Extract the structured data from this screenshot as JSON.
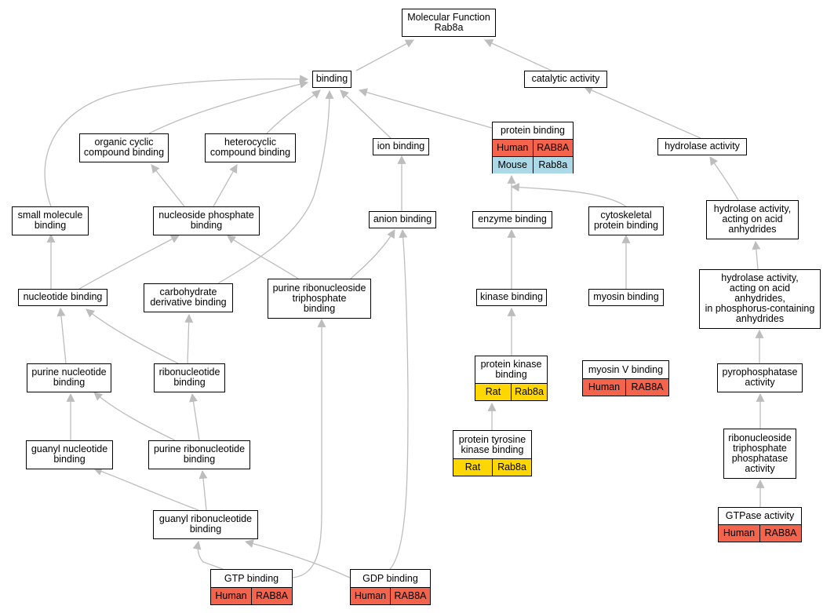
{
  "colors": {
    "edge": "#bdbdbd",
    "human": "#f4634b",
    "mouse": "#add8e6",
    "rat": "#ffd700"
  },
  "nodes": [
    {
      "id": "mf",
      "label": "Molecular Function\nRab8a"
    },
    {
      "id": "binding",
      "label": "binding"
    },
    {
      "id": "catalytic",
      "label": "catalytic activity"
    },
    {
      "id": "ocb",
      "label": "organic cyclic\ncompound binding"
    },
    {
      "id": "hcb",
      "label": "heterocyclic\ncompound binding"
    },
    {
      "id": "ion",
      "label": "ion binding"
    },
    {
      "id": "protein",
      "label": "protein binding",
      "annotations": [
        {
          "species": "Human",
          "gene": "RAB8A",
          "color": "#f4634b"
        },
        {
          "species": "Mouse",
          "gene": "Rab8a",
          "color": "#add8e6"
        }
      ]
    },
    {
      "id": "hydrolase",
      "label": "hydrolase activity"
    },
    {
      "id": "smb",
      "label": "small molecule\nbinding"
    },
    {
      "id": "npb",
      "label": "nucleoside phosphate\nbinding"
    },
    {
      "id": "anion",
      "label": "anion binding"
    },
    {
      "id": "enzyme",
      "label": "enzyme binding"
    },
    {
      "id": "cyto",
      "label": "cytoskeletal\nprotein binding"
    },
    {
      "id": "hyd_acid",
      "label": "hydrolase activity,\nacting on acid\nanhydrides"
    },
    {
      "id": "nb",
      "label": "nucleotide binding"
    },
    {
      "id": "cdb",
      "label": "carbohydrate\nderivative binding"
    },
    {
      "id": "prntb",
      "label": "purine ribonucleoside\ntriphosphate\nbinding"
    },
    {
      "id": "kinase",
      "label": "kinase binding"
    },
    {
      "id": "myosin",
      "label": "myosin binding"
    },
    {
      "id": "hyd_phos",
      "label": "hydrolase activity,\nacting on acid\nanhydrides,\nin phosphorus-containing\nanhydrides"
    },
    {
      "id": "pnb",
      "label": "purine nucleotide\nbinding"
    },
    {
      "id": "rnb",
      "label": "ribonucleotide\nbinding"
    },
    {
      "id": "pkb",
      "label": "protein kinase\nbinding",
      "annotations": [
        {
          "species": "Rat",
          "gene": "Rab8a",
          "color": "#ffd700"
        }
      ]
    },
    {
      "id": "myo5",
      "label": "myosin V binding",
      "annotations": [
        {
          "species": "Human",
          "gene": "RAB8A",
          "color": "#f4634b"
        }
      ]
    },
    {
      "id": "pyro",
      "label": "pyrophosphatase\nactivity"
    },
    {
      "id": "gnb",
      "label": "guanyl nucleotide\nbinding"
    },
    {
      "id": "prb",
      "label": "purine ribonucleotide\nbinding"
    },
    {
      "id": "ptkb",
      "label": "protein tyrosine\nkinase binding",
      "annotations": [
        {
          "species": "Rat",
          "gene": "Rab8a",
          "color": "#ffd700"
        }
      ]
    },
    {
      "id": "rntpa",
      "label": "ribonucleoside\ntriphosphate\nphosphatase\nactivity"
    },
    {
      "id": "grb",
      "label": "guanyl ribonucleotide\nbinding"
    },
    {
      "id": "gtpase",
      "label": "GTPase activity",
      "annotations": [
        {
          "species": "Human",
          "gene": "RAB8A",
          "color": "#f4634b"
        }
      ]
    },
    {
      "id": "gtp",
      "label": "GTP binding",
      "annotations": [
        {
          "species": "Human",
          "gene": "RAB8A",
          "color": "#f4634b"
        }
      ]
    },
    {
      "id": "gdp",
      "label": "GDP binding",
      "annotations": [
        {
          "species": "Human",
          "gene": "RAB8A",
          "color": "#f4634b"
        }
      ]
    }
  ]
}
